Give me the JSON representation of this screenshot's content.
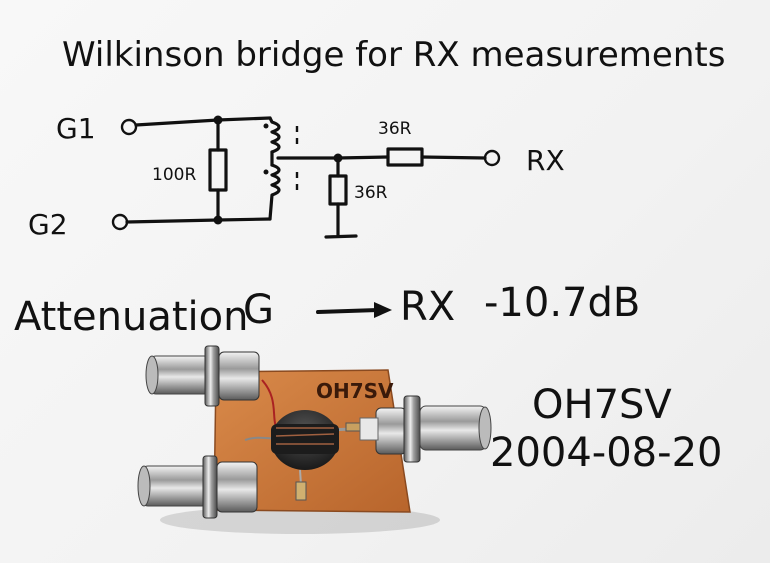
{
  "title": "Wilkinson bridge for RX measurements",
  "schematic": {
    "port_g1": "G1",
    "port_g2": "G2",
    "port_rx": "RX",
    "resistor_100": "100R",
    "resistor_series": "36R",
    "resistor_shunt": "36R"
  },
  "attenuation": {
    "label": "Attenuation",
    "from": "G",
    "to": "RX",
    "value": "-10.7dB"
  },
  "callsign": "OH7SV",
  "date": "2004-08-20",
  "board_label": "OH7SV",
  "colors": {
    "ink": "#111111",
    "pcb": "#c8783a",
    "ferrite": "#2a2a2a"
  }
}
